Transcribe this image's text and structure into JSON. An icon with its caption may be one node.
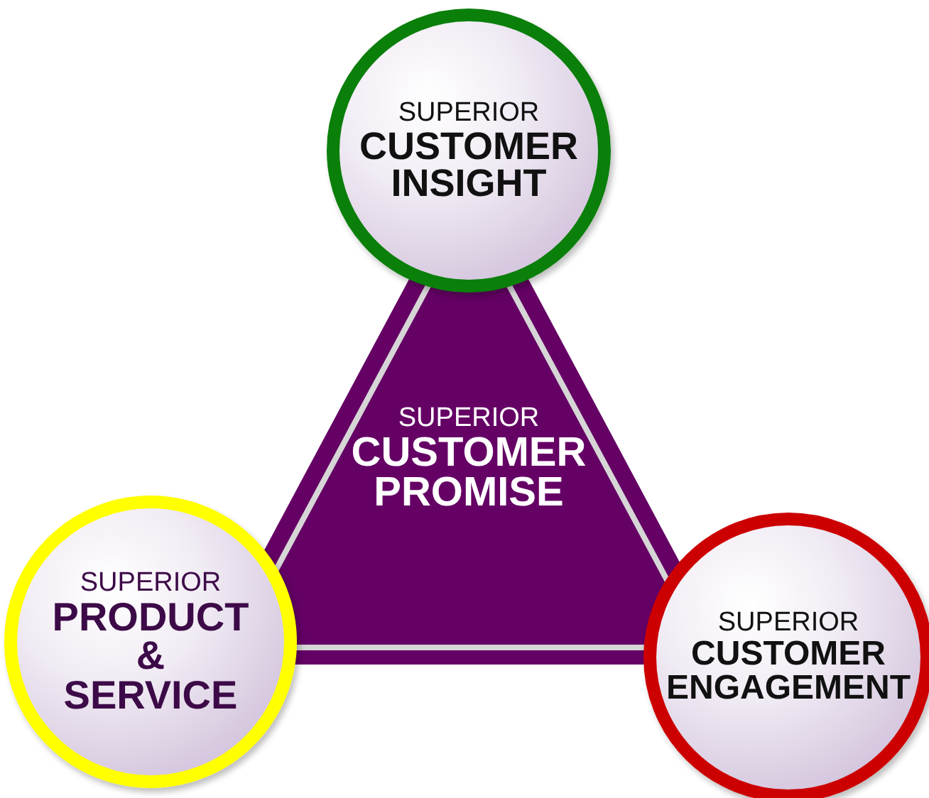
{
  "diagram": {
    "nodes": [
      {
        "text": [
          "SUPERIOR",
          "CUSTOMER INSIGHT"
        ]
      },
      {
        "text": [
          "SUPERIOR",
          "CUSTOMER PROMISE"
        ]
      },
      {
        "text": [
          "SUPERIOR",
          "PRODUCT & SERVICE"
        ]
      },
      {
        "text": [
          "SUPERIOR",
          "CUSTOMER ENGAGEMENT"
        ]
      }
    ]
  }
}
